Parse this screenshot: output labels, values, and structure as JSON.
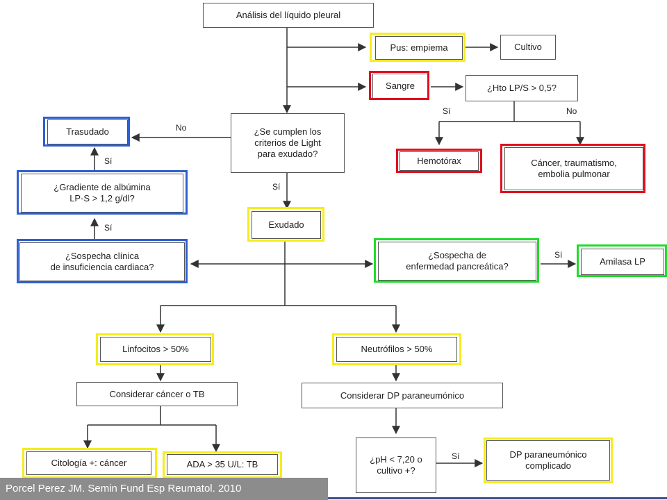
{
  "colors": {
    "yellow": "#f5ec1f",
    "red": "#e0101e",
    "blue": "#2f5fd0",
    "green": "#1fdc2a",
    "line": "#333333"
  },
  "nodes": {
    "analisis": "Análisis del líquido pleural",
    "pus": "Pus: empiema",
    "cultivo": "Cultivo",
    "sangre": "Sangre",
    "hto": "¿Hto LP/S > 0,5?",
    "hemotorax": "Hemotórax",
    "cancer_trauma": "Cáncer, traumatismo,\nembolia pulmonar",
    "light": "¿Se cumplen los\ncriterios de Light\npara exudado?",
    "trasudado": "Trasudado",
    "gradiente": "¿Gradiente de albúmina\nLP-S > 1,2 g/dl?",
    "sospecha_cardiaca": "¿Sospecha clínica\nde insuficiencia cardiaca?",
    "exudado": "Exudado",
    "sospecha_pancreatica": "¿Sospecha de\nenfermedad pancreática?",
    "amilasa": "Amilasa LP",
    "linfocitos": "Linfocitos > 50%",
    "neutrofilos": "Neutrófilos > 50%",
    "considerar_cancer": "Considerar cáncer o TB",
    "considerar_dp": "Considerar DP paraneumónico",
    "citologia": "Citología +: cáncer",
    "ada": "ADA > 35 U/L: TB",
    "ph": "¿pH < 7,20 o\ncultivo +?",
    "dp_complicado": "DP paraneumónico\ncomplicado"
  },
  "labels": {
    "no_trasudado": "No",
    "si_gradiente": "Sí",
    "si_cardiaca": "Sí",
    "si_exudado": "Sí",
    "si_hemotorax": "Sí",
    "no_cancer": "No",
    "si_amilasa": "Sí",
    "si_dp": "Sí"
  },
  "footer": {
    "citation": "Porcel Perez JM. Semin Fund Esp Reumatol. 2010"
  }
}
